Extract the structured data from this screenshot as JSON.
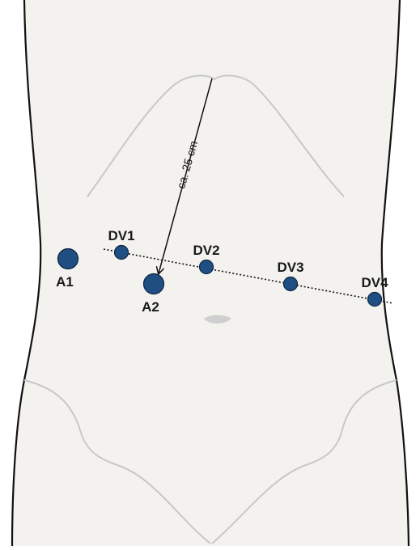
{
  "colors": {
    "skin": "#f3f2ef",
    "outline": "#111111",
    "contour": "#c8c8c8",
    "navel": "#cfcfcf",
    "port_fill": "#1f4e82",
    "port_stroke": "#0d2440"
  },
  "measurement": {
    "label": "ca. 25 cm"
  },
  "ports": [
    {
      "id": "a1",
      "label": "A1",
      "size": "large"
    },
    {
      "id": "a2",
      "label": "A2",
      "size": "large"
    },
    {
      "id": "dv1",
      "label": "DV1",
      "size": "small"
    },
    {
      "id": "dv2",
      "label": "DV2",
      "size": "small"
    },
    {
      "id": "dv3",
      "label": "DV3",
      "size": "small"
    },
    {
      "id": "dv4",
      "label": "DV4",
      "size": "small"
    }
  ]
}
